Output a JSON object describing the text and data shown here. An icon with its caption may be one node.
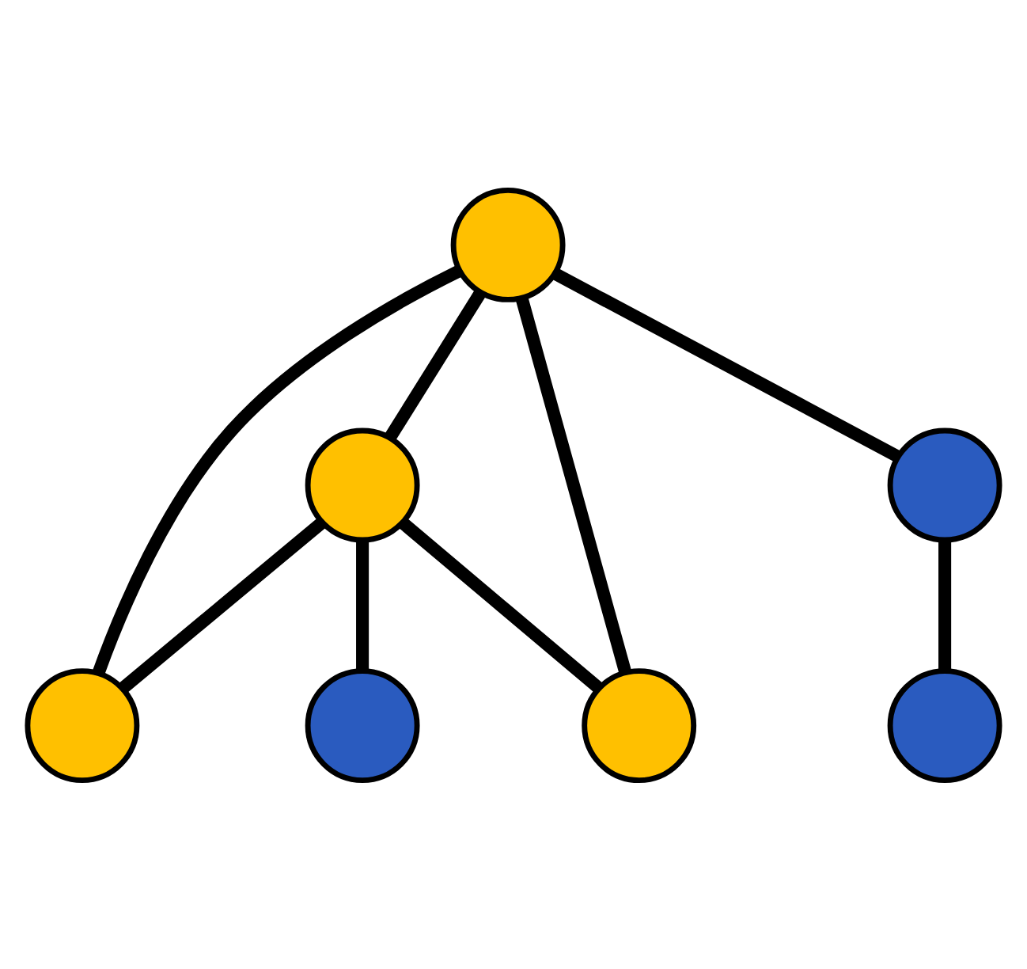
{
  "diagram": {
    "nodes": [
      {
        "text": [],
        "shape": "circle"
      },
      {
        "text": [],
        "shape": "circle"
      },
      {
        "text": [],
        "shape": "circle"
      },
      {
        "text": [],
        "shape": "circle"
      },
      {
        "text": [],
        "shape": "circle"
      },
      {
        "text": [],
        "shape": "circle"
      },
      {
        "text": [],
        "shape": "circle"
      }
    ],
    "edges": [
      {
        "from": 0,
        "to": 1,
        "arrow": "none"
      },
      {
        "from": 0,
        "to": 2,
        "arrow": "none"
      },
      {
        "from": 1,
        "to": 3,
        "arrow": "none"
      },
      {
        "from": 1,
        "to": 2,
        "arrow": "none"
      },
      {
        "from": 0,
        "to": 3,
        "arrow": "none"
      },
      {
        "from": 0,
        "to": 4,
        "arrow": "none"
      },
      {
        "from": 4,
        "to": 5,
        "arrow": "none"
      },
      {
        "from": 1,
        "to": 6,
        "arrow": "none"
      }
    ]
  }
}
